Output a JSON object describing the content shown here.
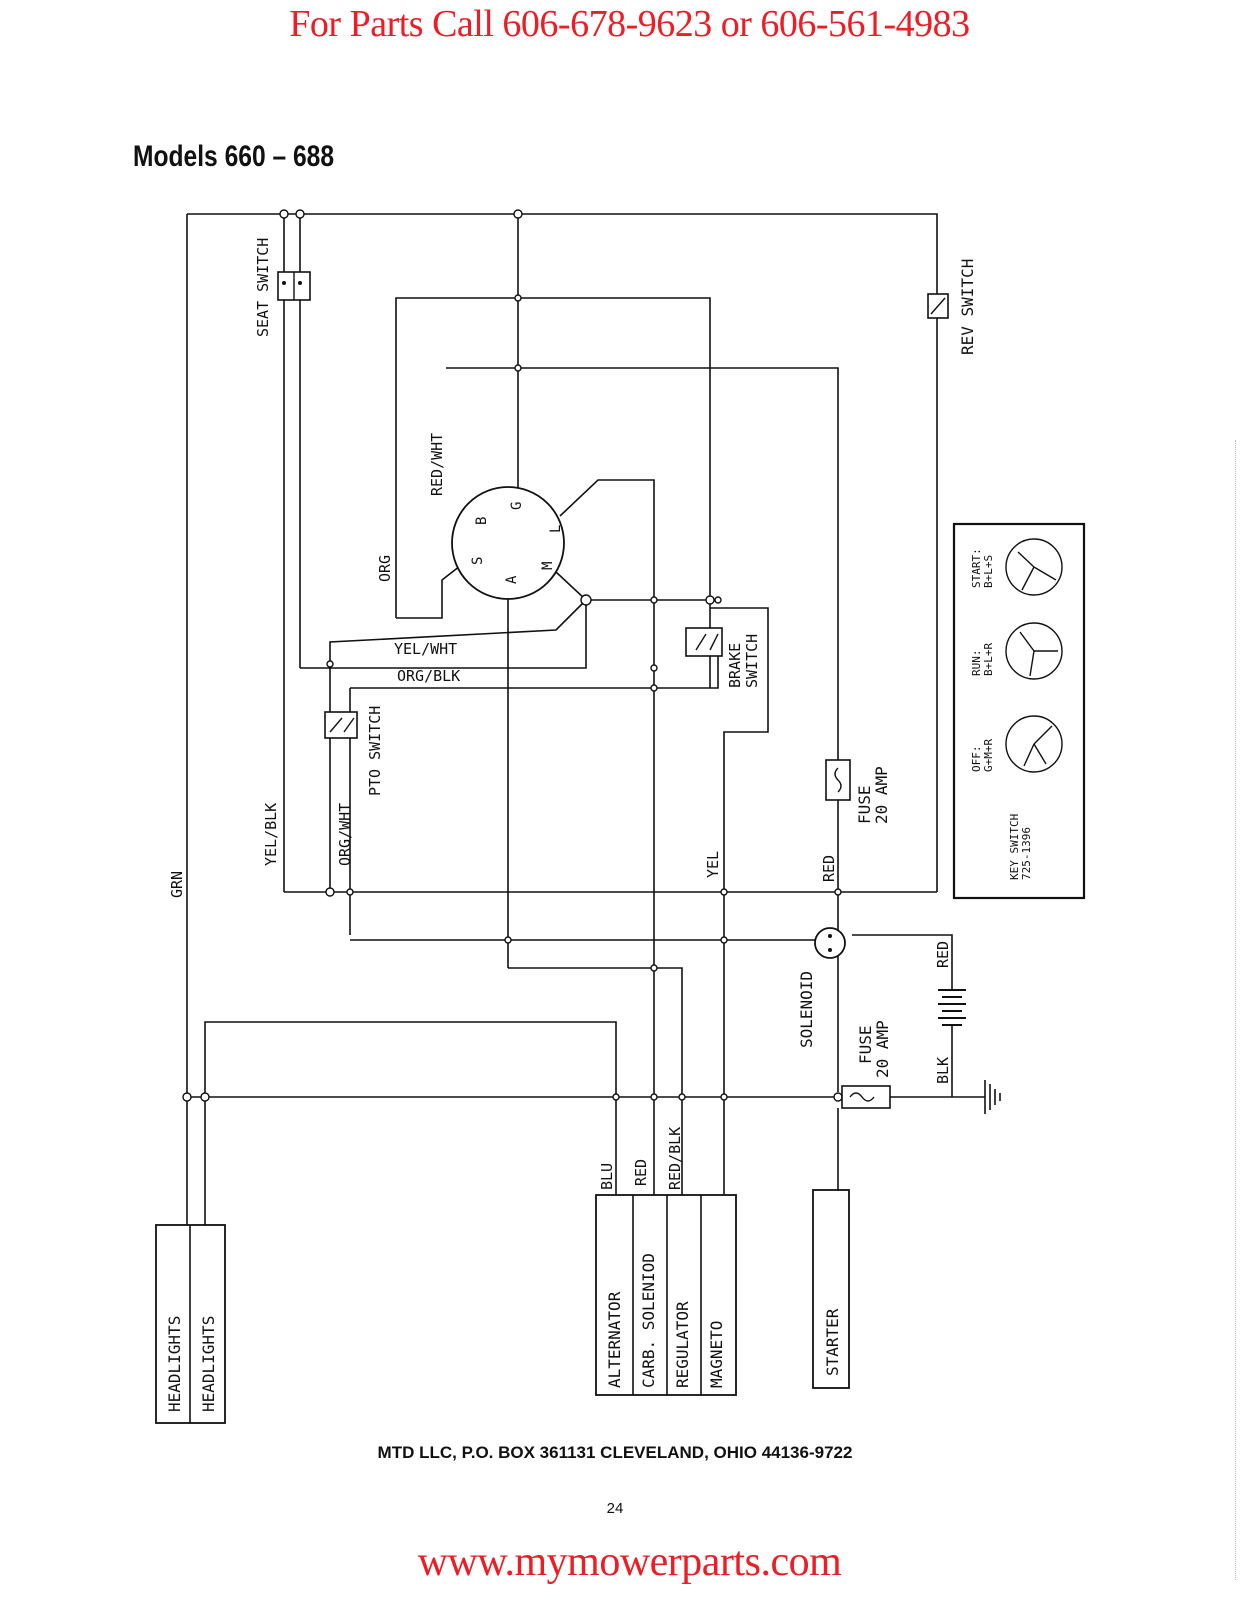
{
  "header": {
    "banner": "For Parts Call 606-678-9623 or 606-561-4983"
  },
  "title": "Models 660 – 688",
  "diagram": {
    "components": {
      "seat_switch": "SEAT SWITCH",
      "rev_switch": "REV SWITCH",
      "brake_switch_l1": "BRAKE",
      "brake_switch_l2": "SWITCH",
      "pto_switch": "PTO SWITCH",
      "fuse_top_l1": "FUSE",
      "fuse_top_l2": "20 AMP",
      "fuse_bottom_l1": "FUSE",
      "fuse_bottom_l2": "20 AMP",
      "solenoid": "SOLENOID",
      "headlights_1": "HEADLIGHTS",
      "headlights_2": "HEADLIGHTS",
      "alternator": "ALTERNATOR",
      "carb_solenoid": "CARB. SOLENIOD",
      "regulator": "REGULATOR",
      "magneto": "MAGNETO",
      "starter": "STARTER"
    },
    "key_switch_terminals": {
      "b": "B",
      "g": "G",
      "l": "L",
      "m": "M",
      "a": "A",
      "s": "S"
    },
    "wires": {
      "red_wht": "RED/WHT",
      "org": "ORG",
      "yel_wht": "YEL/WHT",
      "org_blk": "ORG/BLK",
      "yel_blk": "YEL/BLK",
      "org_wht": "ORG/WHT",
      "grn": "GRN",
      "yel": "YEL",
      "red": "RED",
      "battery_red": "RED",
      "blk": "BLK",
      "blu": "BLU",
      "alt_red": "RED",
      "red_blk": "RED/BLK"
    },
    "key_switch_legend": {
      "title_l1": "KEY SWITCH",
      "title_l2": "725-1396",
      "off_l1": "OFF:",
      "off_l2": "G+M+R",
      "run_l1": "RUN:",
      "run_l2": "B+L+R",
      "start_l1": "START:",
      "start_l2": "B+L+S"
    }
  },
  "footer": {
    "address": "MTD LLC, P.O. BOX 361131 CLEVELAND, OHIO 44136-9722",
    "page_number": "24",
    "website": "www.mymowerparts.com"
  }
}
